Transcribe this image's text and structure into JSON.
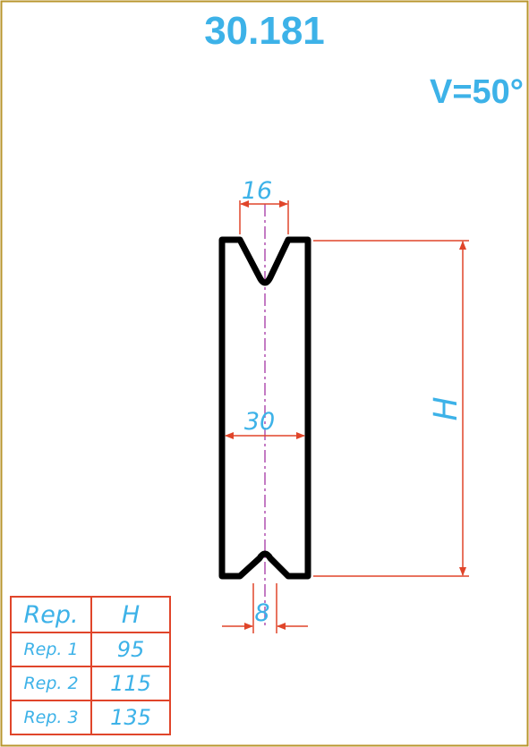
{
  "header": {
    "part_number": "30.181",
    "angle": "V=50°"
  },
  "dimensions": {
    "top_width": "16",
    "body_width": "30",
    "bottom_width": "8",
    "height": "H"
  },
  "table": {
    "headers": [
      "Rep.",
      "H"
    ],
    "rows": [
      [
        "Rep. 1",
        "95"
      ],
      [
        "Rep. 2",
        "115"
      ],
      [
        "Rep. 3",
        "135"
      ]
    ]
  },
  "colors": {
    "frame": "#b8962e",
    "outline": "#000000",
    "dimension_line": "#e0452a",
    "text": "#3db2e8",
    "centerline": "#b65bb5"
  }
}
